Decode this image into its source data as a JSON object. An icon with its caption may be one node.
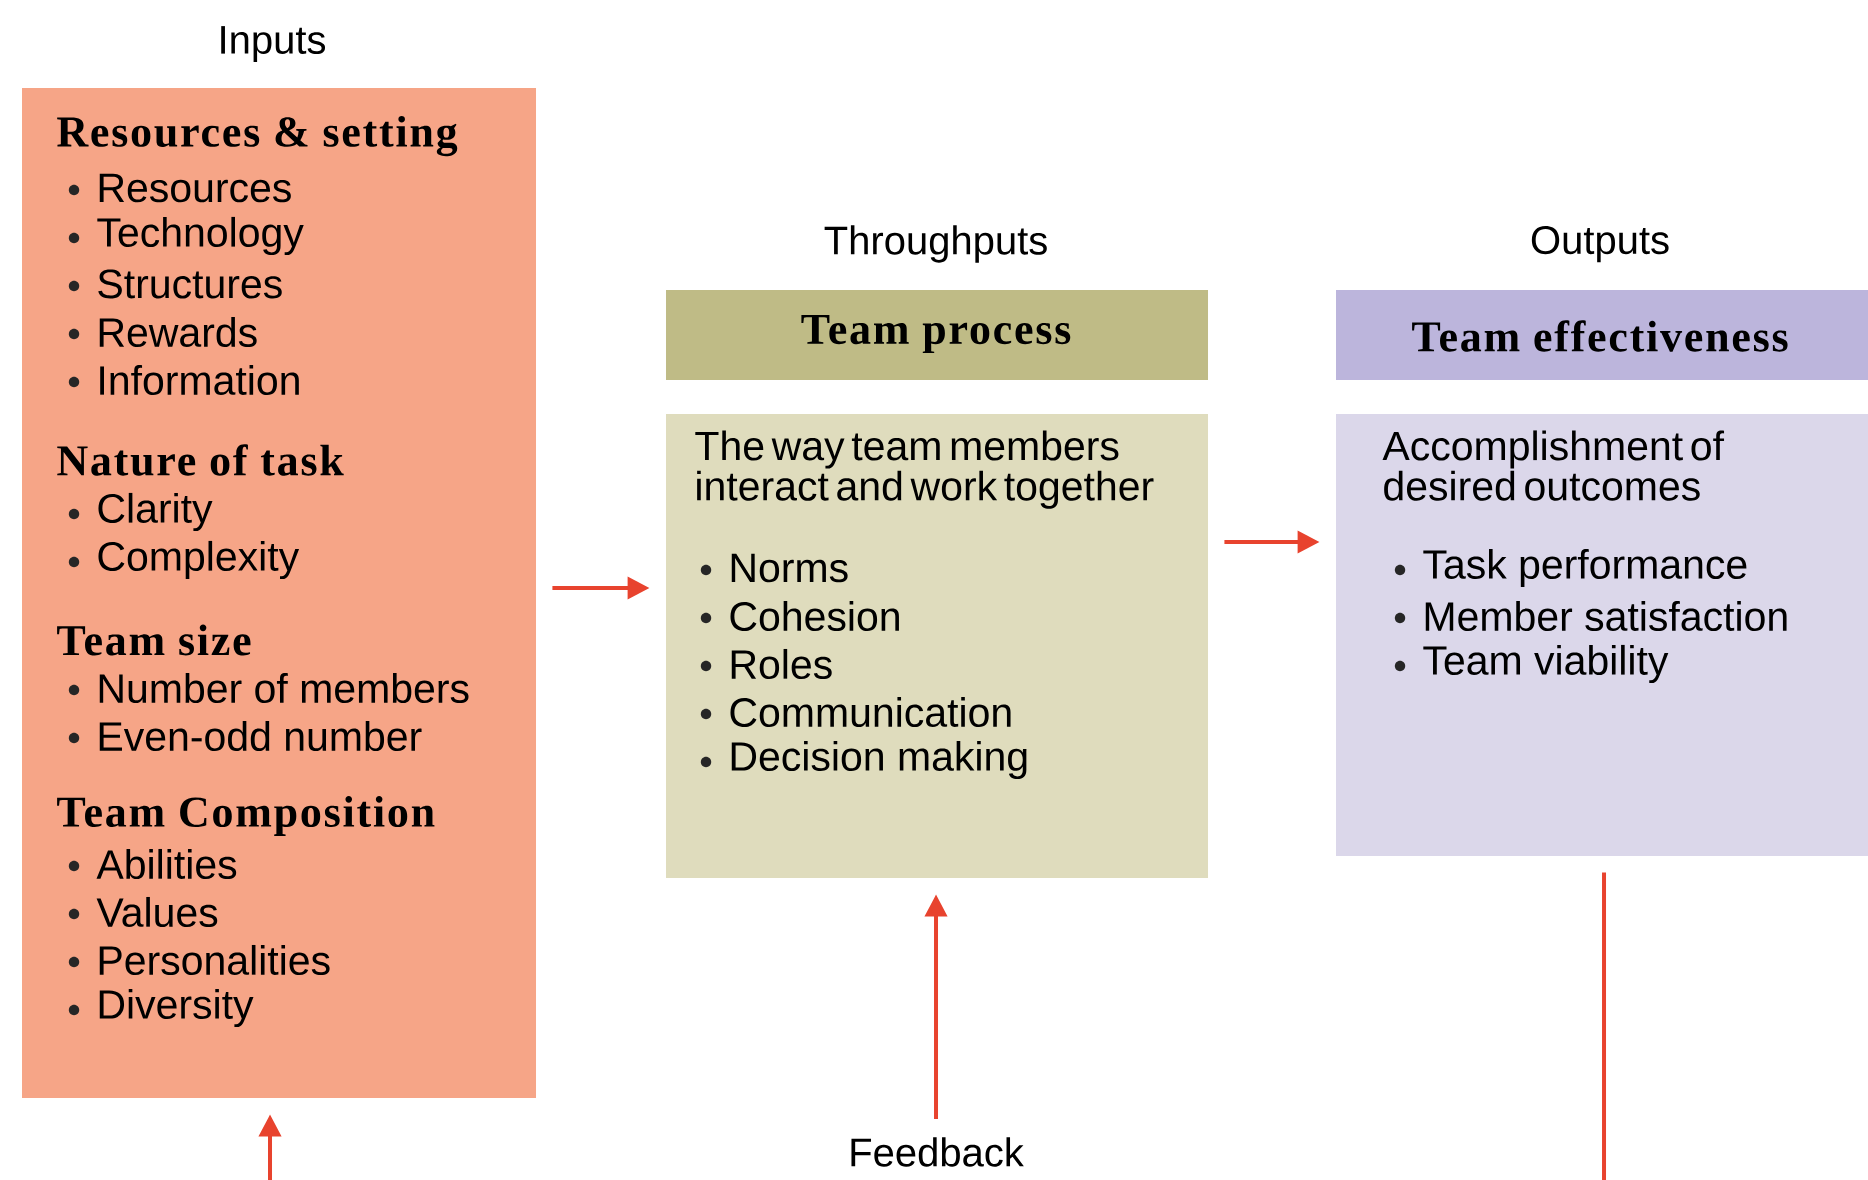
{
  "diagram": {
    "nodes": [
      {
        "text": [
          "Inputs",
          "Resources & setting",
          "Resources",
          "Technology",
          "Structures",
          "Rewards",
          "Information",
          "Nature of task",
          "Clarity",
          "Complexity",
          "Team size",
          "Number of members",
          "Even-odd number",
          "Team Composition",
          "Abilities",
          "Values",
          "Personalities",
          "Diversity"
        ]
      },
      {
        "text": [
          "Throughputs",
          "Team process"
        ]
      },
      {
        "text": [
          "The way team members interact and work together",
          "Norms",
          "Cohesion",
          "Roles",
          "Communication",
          "Decision making"
        ]
      },
      {
        "text": [
          "Outputs",
          "Team effectiveness"
        ]
      },
      {
        "text": [
          "Accomplishment of desired outcomes",
          "Task performance",
          "Member satisfaction",
          "Team viability"
        ]
      },
      {
        "text": [
          "Feedback"
        ]
      }
    ],
    "edges": [
      {
        "from": 0,
        "to": 2,
        "arrow": "to"
      },
      {
        "from": 2,
        "to": 4,
        "arrow": "to"
      },
      {
        "from": 5,
        "to": 2,
        "arrow": "to"
      },
      {
        "from": null,
        "to": 0,
        "arrow": "to"
      },
      {
        "from": 4,
        "to": null,
        "arrow": "none"
      }
    ]
  }
}
